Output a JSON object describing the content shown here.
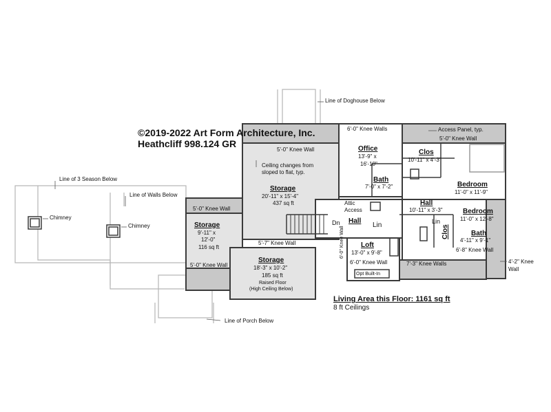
{
  "copyright": "©2019-2022 Art Form Architecture, Inc.",
  "plan_name": "Heathcliff 998.124 GR",
  "notes": {
    "doghouse": "Line of Doghouse Below",
    "three_season": "Line of 3 Season Below",
    "walls_below": "Line of Walls Below",
    "porch_below": "Line of Porch Below",
    "ceiling_change_1": "Ceiling changes from",
    "ceiling_change_2": "sloped to flat, typ.",
    "access_panel": "Access Panel, typ.",
    "attic_access_1": "Attic",
    "attic_access_2": "Access",
    "chimney_left": "Chimney",
    "chimney_right": "Chimney"
  },
  "knee_walls": {
    "top_storage": "5'-0\" Knee Wall",
    "office_top": "6'-0\" Knee Walls",
    "bedroom_top": "5'-0\" Knee Wall",
    "storage_left": "5'-0\" Knee Wall",
    "storage_mid": "5'-7\" Knee Wall",
    "storage_bottom": "5'-0\" Knee Wall",
    "loft_bottom": "6'-0\" Knee Wall",
    "loft_side": "6'-0\" Knee Wall",
    "center_bottom": "7'-3\" Knee Walls",
    "bath_right": "6'-8\" Knee Wall",
    "right_edge_1": "4'-2\" Knee",
    "right_edge_2": "Wall"
  },
  "rooms": {
    "storage_main": {
      "name": "Storage",
      "dim": "20'-11\" x 15'-4\"",
      "area": "437 sq ft"
    },
    "storage_left": {
      "name": "Storage",
      "dim1": "9'-11\" x",
      "dim2": "12'-0\"",
      "area": "116 sq ft"
    },
    "storage_lower": {
      "name": "Storage",
      "dim": "18'-3\" x 10'-2\"",
      "area": "185 sq ft",
      "note1": "Raised Floor",
      "note2": "(High Ceiling Below)"
    },
    "office": {
      "name": "Office",
      "dim1": "13'-9\" x",
      "dim2": "16'-10\""
    },
    "bath_upper": {
      "name": "Bath",
      "dim": "7'-0\" x 7'-2\""
    },
    "clos_upper": {
      "name": "Clos",
      "dim": "10'-11\" x 4'-3\""
    },
    "bedroom_upper": {
      "name": "Bedroom",
      "dim": "11'-0\" x 11'-9\""
    },
    "hall_right": {
      "name": "Hall",
      "dim": "10'-11\" x 3'-3\""
    },
    "bedroom_lower": {
      "name": "Bedroom",
      "dim": "11'-0\" x 12'-8\""
    },
    "bath_lower": {
      "name": "Bath",
      "dim": "4'-11\" x 9'-1\""
    },
    "clos_lower": {
      "name": "Clos"
    },
    "hall_left": {
      "name": "Hall"
    },
    "lin_1": {
      "name": "Lin"
    },
    "lin_2": {
      "name": "Lin"
    },
    "loft": {
      "name": "Loft",
      "dim": "13'-0\" x 9'-8\""
    },
    "dn": {
      "name": "Dn"
    },
    "opt_built_in": {
      "name": "Opt Built-In"
    }
  },
  "summary": {
    "living_area": "Living Area this Floor: 1161 sq ft",
    "ceilings": "8 ft Ceilings"
  },
  "colors": {
    "wall": "#3a3a3a",
    "knee_fill": "#c8c8c8",
    "attic_fill": "#e4e4e4",
    "faint": "#b5b5b5"
  }
}
